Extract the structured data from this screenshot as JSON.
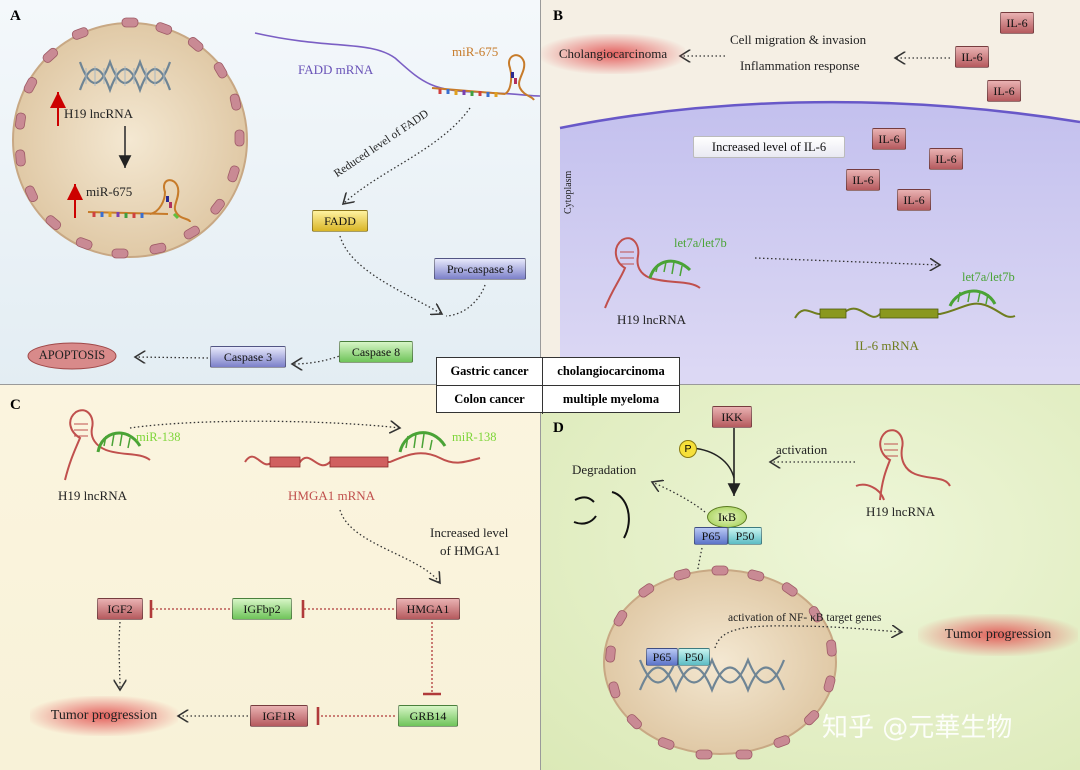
{
  "panels": {
    "a": {
      "label": "A",
      "lnc": "H19 lncRNA",
      "mir_nuc": "miR-675",
      "fadd_mrna": "FADD mRNA",
      "mir_top": "miR-675",
      "reduced": "Reduced level of FADD",
      "fadd": "FADD",
      "procasp": "Pro-caspase 8",
      "casp8": "Caspase 8",
      "casp3": "Caspase 3",
      "apoptosis": "APOPTOSIS"
    },
    "b": {
      "label": "B",
      "chol": "Cholangiocarcinoma",
      "migration": "Cell migration & invasion",
      "inflammation": "Inflammation response",
      "il6": "IL-6",
      "increased": "Increased level of IL-6",
      "cytoplasm": "Cytoplasm",
      "let7": "let7a/let7b",
      "lnc": "H19 lncRNA",
      "il6mrna": "IL-6 mRNA"
    },
    "c": {
      "label": "C",
      "mir138": "miR-138",
      "lnc": "H19 lncRNA",
      "hmga1_mrna": "HMGA1 mRNA",
      "increased": "Increased level",
      "increased2": "of HMGA1",
      "igf2": "IGF2",
      "igfbp2": "IGFbp2",
      "hmga1": "HMGA1",
      "grb14": "GRB14",
      "igf1r": "IGF1R",
      "tumor": "Tumor progression"
    },
    "d": {
      "label": "D",
      "ikk": "IKK",
      "p": "P",
      "activation": "activation",
      "degradation": "Degradation",
      "ikb": "IκB",
      "p65": "P65",
      "p50": "P50",
      "lnc": "H19 lncRNA",
      "nfkb": "activation of NF- κB target genes",
      "tumor": "Tumor progression"
    }
  },
  "table": {
    "rows": [
      [
        "Gastric cancer",
        "cholangiocarcinoma"
      ],
      [
        "Colon cancer",
        "multiple myeloma"
      ]
    ]
  },
  "watermark": "知乎 @元華生物",
  "colors": {
    "mirna_green": "#4aa336",
    "lnc_red": "#c0504d",
    "fadd_mrna_purple": "#7b5fc4",
    "il6_mrna_olive": "#6f7d1e",
    "inhibit_red": "#b03a3a"
  }
}
